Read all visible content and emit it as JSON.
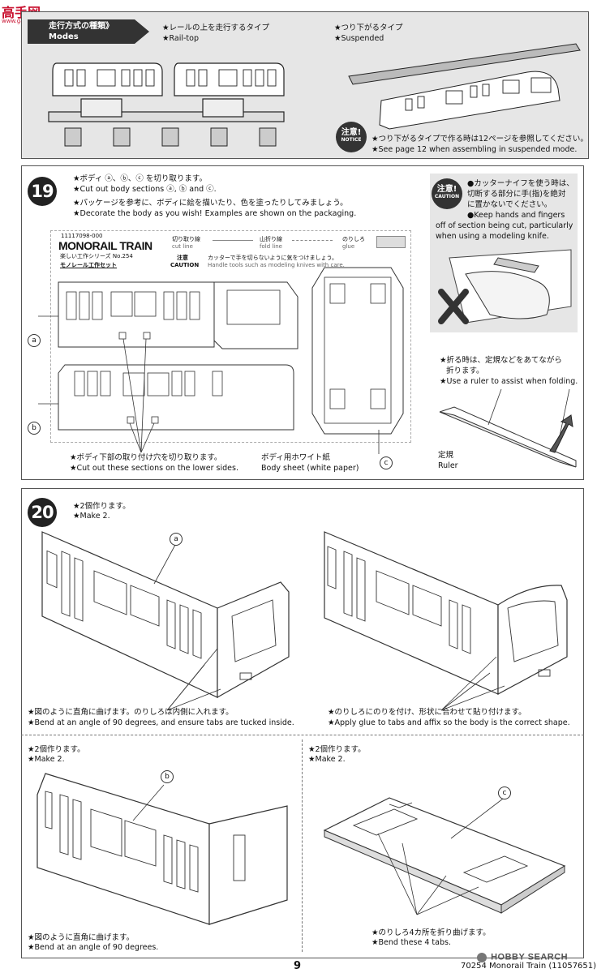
{
  "watermark_top": {
    "chars": "高手网",
    "url": "www.gaoshou.com.cn"
  },
  "modes": {
    "title_jp": "走行方式の種類》",
    "title_en": "Modes",
    "railtop_jp": "★レールの上を走行するタイプ",
    "railtop_en": "★Rail-top",
    "suspended_jp": "★つり下がるタイプ",
    "suspended_en": "★Suspended",
    "notice_jp": "注意!",
    "notice_en": "NOTICE",
    "notice_text_jp": "★つり下がるタイプで作る時は12ページを参照してください。",
    "notice_text_en": "★See page 12 when assembling in suspended mode."
  },
  "step19": {
    "number": "19",
    "line1_jp": "★ボディ ⓐ、ⓑ、ⓒ を切り取ります。",
    "line1_en": "★Cut out body sections ⓐ, ⓑ and ⓒ.",
    "line2_jp": "★パッケージを参考に、ボディに絵を描いたり、色を塗ったりしてみましょう。",
    "line2_en": "★Decorate the body as you wish! Examples are shown on the packaging.",
    "caution_jp": "注意!",
    "caution_en": "CAUTION",
    "caution_text_jp1": "●カッターナイフを使う時は、",
    "caution_text_jp2": "切断する部分に手(指)を絶対",
    "caution_text_jp3": "に置かないでください。",
    "caution_text_en1": "●Keep hands and fingers",
    "caution_text_en2": "off of section being cut, particularly",
    "caution_text_en3": "when using a modeling knife.",
    "sheet": {
      "code": "11117098-000",
      "title": "MONORAIL TRAIN",
      "series": "楽しい工作シリーズ No.254",
      "name_jp": "モノレール工作セット",
      "cut_jp": "切り取り線",
      "cut_en": "cut line",
      "fold_jp": "山折り線",
      "fold_en": "fold line",
      "glue_jp": "のりしろ",
      "glue_en": "glue",
      "caution_jp": "注意",
      "caution_en": "CAUTION",
      "caution_text_jp": "カッターで手を切らないように気をつけましょう。",
      "caution_text_en": "Handle tools such as modeling knives with care."
    },
    "label_a": "a",
    "label_b": "b",
    "label_c": "c",
    "lower_jp": "★ボディ下部の取り付け穴を切り取ります。",
    "lower_en": "★Cut out these sections on the lower sides.",
    "body_sheet_jp": "ボディ用ホワイト紙",
    "body_sheet_en": "Body sheet (white paper)",
    "fold_tip_jp1": "★折る時は、定規などをあてながら",
    "fold_tip_jp2": "折ります。",
    "fold_tip_en": "★Use a ruler to assist when folding.",
    "ruler_jp": "定規",
    "ruler_en": "Ruler"
  },
  "step20": {
    "number": "20",
    "make_jp": "★2個作ります。",
    "make_en": "★Make 2.",
    "label_a": "a",
    "bend1_jp": "★図のように直角に曲げます。のりしろは内側に入れます。",
    "bend1_en": "★Bend at an angle of 90 degrees, and ensure tabs are tucked inside.",
    "glue_jp": "★のりしろにのりを付け、形状に合わせて貼り付けます。",
    "glue_en": "★Apply glue to tabs and affix so the body is the correct shape.",
    "make2_jp": "★2個作ります。",
    "make2_en": "★Make 2.",
    "label_b": "b",
    "bend2_jp": "★図のように直角に曲げます。",
    "bend2_en": "★Bend at an angle of 90 degrees.",
    "make3_jp": "★2個作ります。",
    "make3_en": "★Make 2.",
    "label_c": "c",
    "tabs_jp": "★のりしろ4カ所を折り曲げます。",
    "tabs_en": "★Bend these 4 tabs."
  },
  "footer": {
    "page": "9",
    "code": "70254  Monorail Train (11057651)",
    "watermark": "HOBBY SEARCH"
  }
}
